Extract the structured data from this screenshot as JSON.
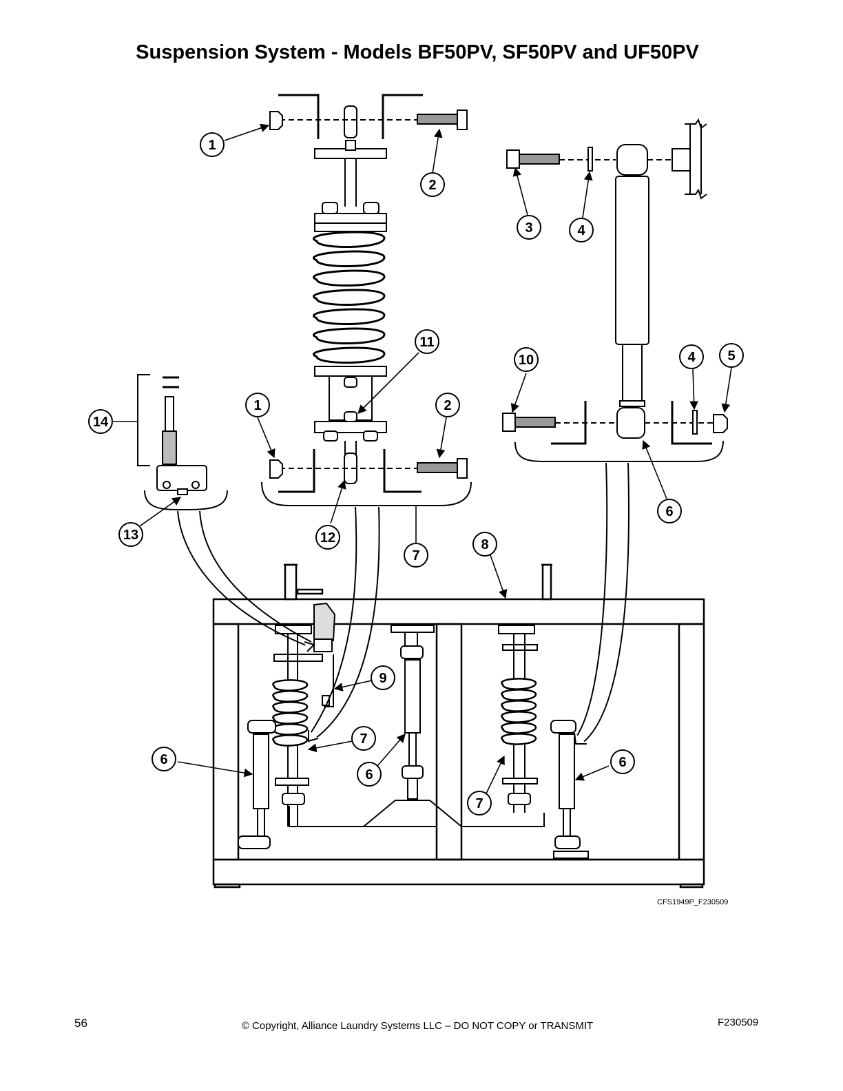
{
  "page": {
    "title": "Suspension System - Models BF50PV, SF50PV and UF50PV",
    "figure_code": "CFS1949P_F230509",
    "footer": {
      "page_number": "56",
      "copyright": "© Copyright, Alliance Laundry Systems LLC – DO NOT COPY or TRANSMIT",
      "doc_code": "F230509"
    }
  },
  "callouts": [
    "1",
    "2",
    "3",
    "4",
    "10",
    "4",
    "5",
    "14",
    "1",
    "2",
    "11",
    "6",
    "13",
    "12",
    "7",
    "8",
    "9",
    "7",
    "6",
    "6",
    "6",
    "7"
  ]
}
